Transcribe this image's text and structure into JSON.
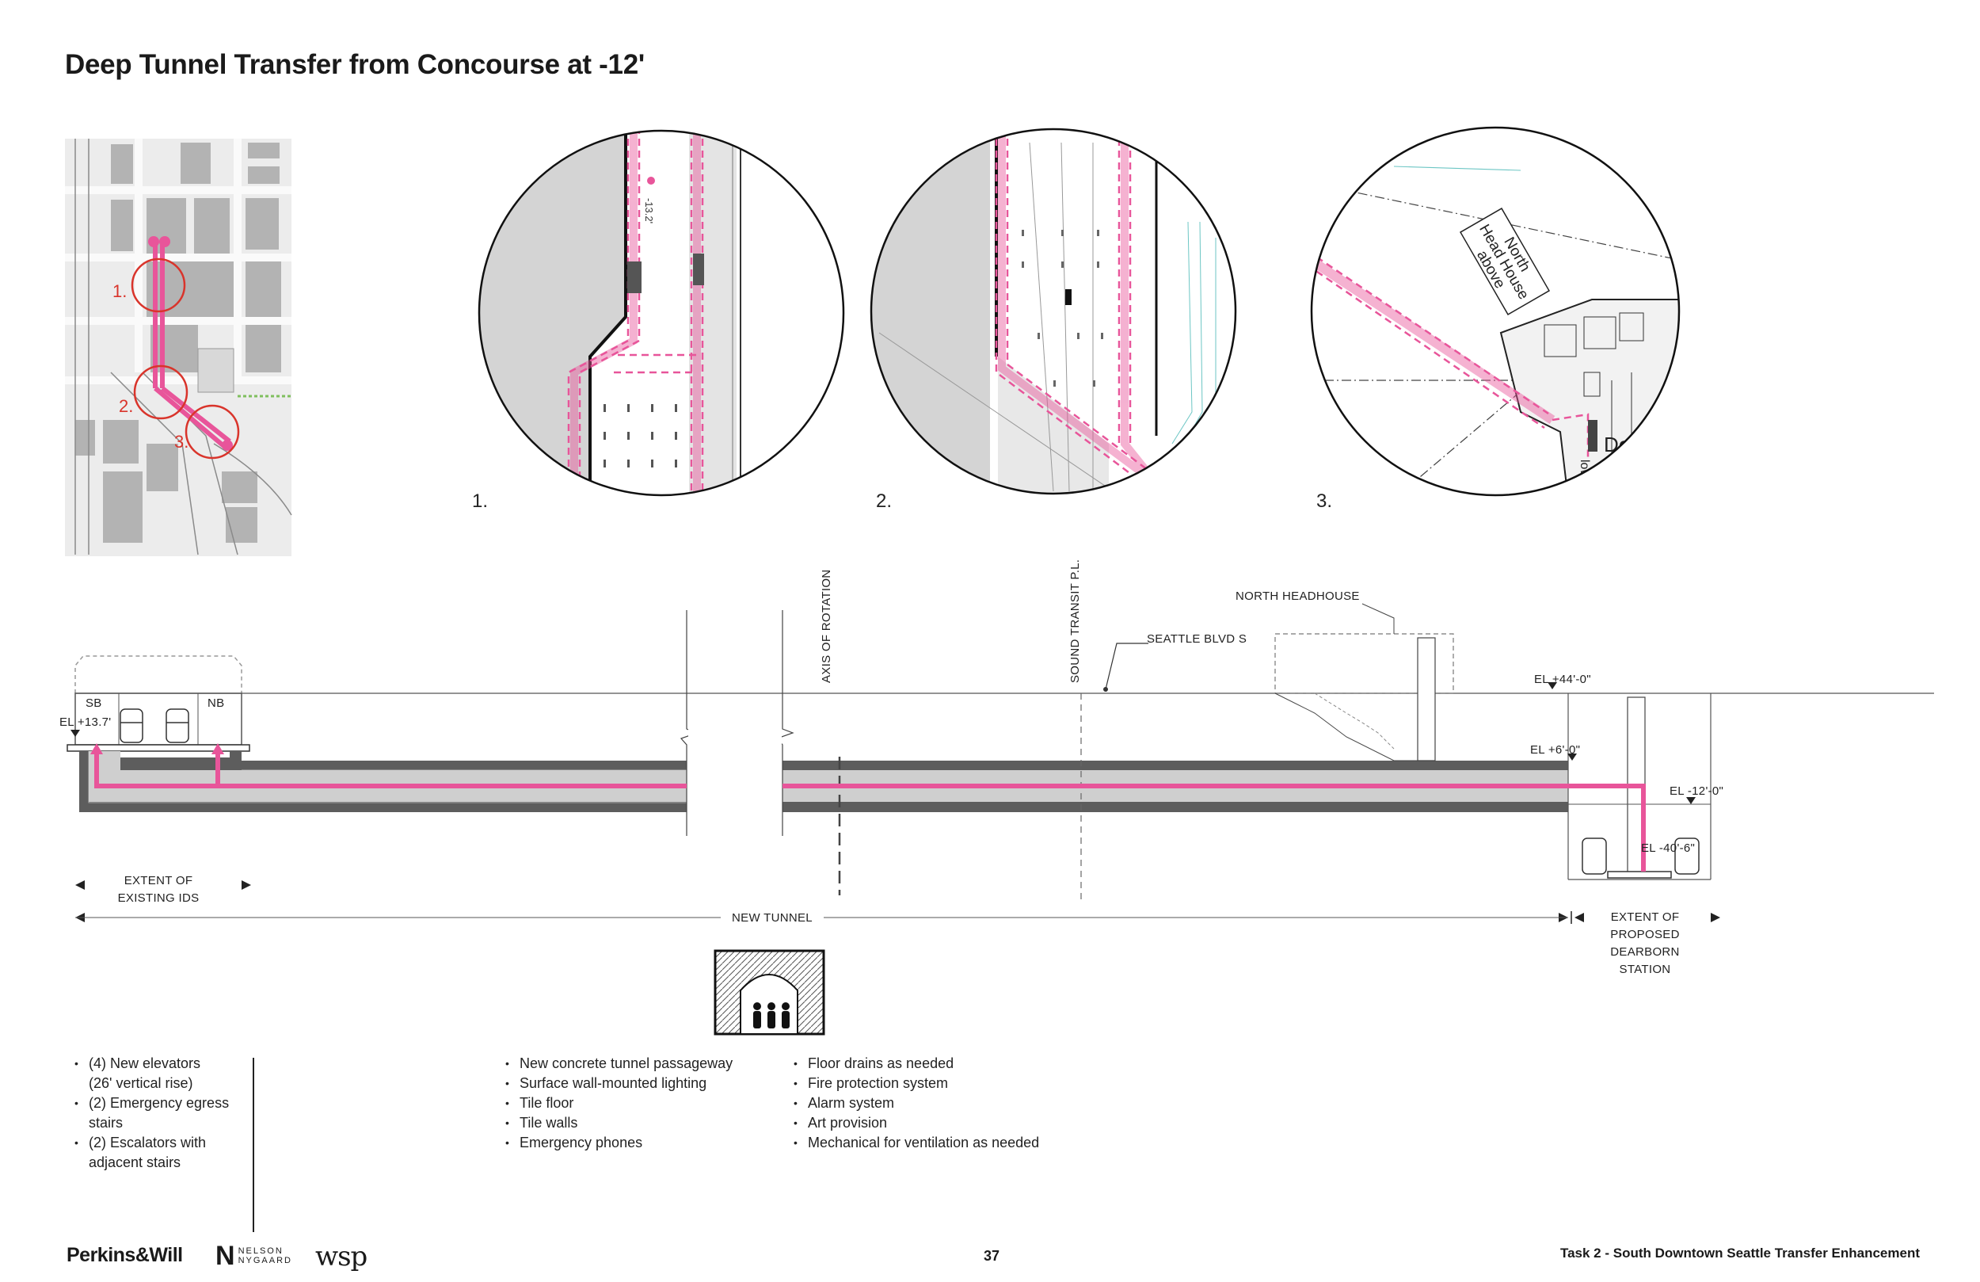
{
  "title": "Deep Tunnel Transfer from Concourse at -12'",
  "map": {
    "markers": [
      "1.",
      "2.",
      "3."
    ]
  },
  "details": [
    {
      "label": "1.",
      "annotation": "-13.2'"
    },
    {
      "label": "2."
    },
    {
      "label": "3.",
      "annotation_lines": [
        "North",
        "Head House",
        "above"
      ],
      "cut_text_1": "De",
      "cut_text_2": "lower"
    }
  ],
  "section": {
    "platforms": {
      "sb": "SB",
      "nb": "NB"
    },
    "labels": {
      "el_existing": "EL +13.7'",
      "axis_rotation": "AXIS OF ROTATION",
      "sound_transit": "SOUND TRANSIT P.L.",
      "seattle_blvd": "SEATTLE BLVD S",
      "north_headhouse": "NORTH HEADHOUSE",
      "el_44": "EL +44'-0\"",
      "el_6": "EL +6'-0\"",
      "el_neg12": "EL -12'-0\"",
      "el_neg40": "EL -40'-6\""
    },
    "extents": {
      "existing_line1": "EXTENT OF",
      "existing_line2": "EXISTING IDS",
      "new_tunnel": "NEW TUNNEL",
      "proposed_line1": "EXTENT OF",
      "proposed_line2": "PROPOSED",
      "proposed_line3": "DEARBORN",
      "proposed_line4": "STATION"
    }
  },
  "features": {
    "station_items": [
      "(4) New elevators",
      "(26' vertical rise)",
      "(2) Emergency egress",
      "stairs",
      "(2) Escalators with",
      "adjacent stairs"
    ],
    "tunnel_items_a": [
      "New concrete tunnel passageway",
      "Surface wall-mounted lighting",
      "Tile floor",
      "Tile walls",
      "Emergency phones"
    ],
    "tunnel_items_b": [
      "Floor drains as needed",
      "Fire protection system",
      "Alarm system",
      "Art provision",
      "Mechanical for ventilation as needed"
    ]
  },
  "footer": {
    "logo_pw": "Perkins&Will",
    "logo_nn_mark": "N",
    "logo_nn_top": "NELSON",
    "logo_nn_bottom": "NYGAARD",
    "logo_wsp": "wsp",
    "page_number": "37",
    "project": "Task 2 - South Downtown Seattle Transfer Enhancement"
  },
  "colors": {
    "route": "#e8559a",
    "route_light": "#f3b4cf",
    "marker": "#d9342b",
    "tunnel": "#5d5d5d",
    "tunnel_fill": "#c8c8c8"
  }
}
